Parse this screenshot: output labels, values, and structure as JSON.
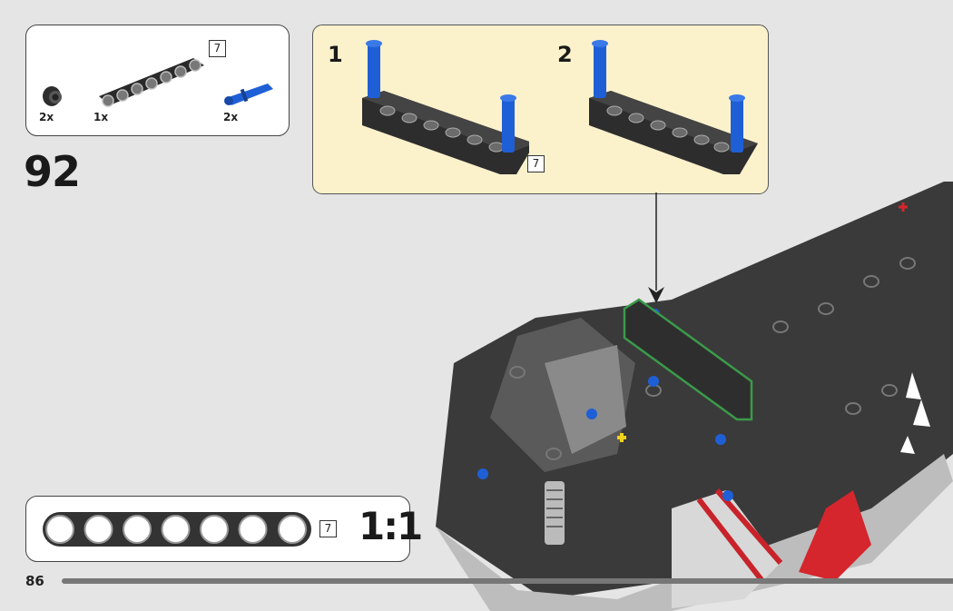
{
  "parts_list": {
    "items": [
      {
        "name": "bush",
        "qty": "2x"
      },
      {
        "name": "beam-7",
        "qty": "1x",
        "length": "7"
      },
      {
        "name": "blue-pin",
        "qty": "2x"
      }
    ]
  },
  "step_number": "92",
  "sub_steps": {
    "step1": {
      "number": "1",
      "length": "7"
    },
    "step2": {
      "number": "2"
    }
  },
  "ruler": {
    "length": "7",
    "scale": "1:1"
  },
  "page_number": "86",
  "colors": {
    "background": "#e5e5e5",
    "callout": "#fbf2cc",
    "beam": "#2e2e2e",
    "pin": "#1f5fd6",
    "highlight": "#3a9a4a"
  }
}
